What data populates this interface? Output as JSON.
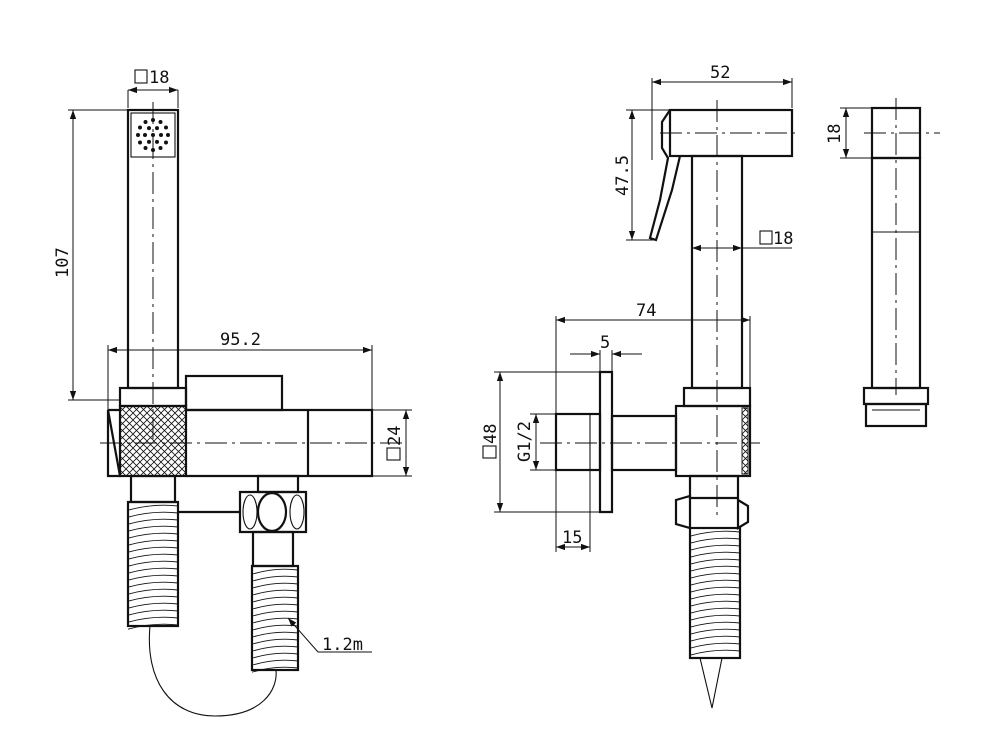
{
  "dimensions": {
    "head_square": "18",
    "spray_height": "107",
    "body_width": "95.2",
    "body_square": "24",
    "hose_length": "1.2m",
    "spray_width": "52",
    "lever_height": "47.5",
    "handle_square": "18",
    "bracket_depth": "74",
    "plate_thickness": "5",
    "plate_square": "48",
    "thread": "G1/2",
    "thread_length": "15",
    "side_square": "18"
  }
}
